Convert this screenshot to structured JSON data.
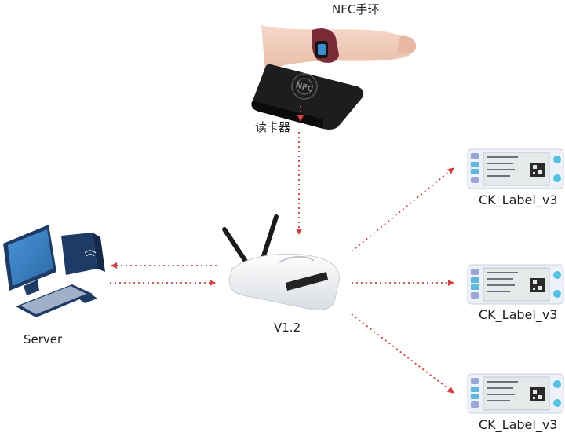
{
  "nodes": {
    "nfc_band": {
      "label": "NFC手环"
    },
    "reader": {
      "label": "读卡器",
      "chip_text": "NFC"
    },
    "router": {
      "label": "V1.2"
    },
    "server": {
      "label": "Server"
    },
    "labels": [
      {
        "label": "CK_Label_v3"
      },
      {
        "label": "CK_Label_v3"
      },
      {
        "label": "CK_Label_v3"
      }
    ]
  },
  "colors": {
    "arrow": "#e03a3a",
    "device_dark": "#1d1d1f",
    "monitor_blue": "#3a7fc1",
    "tower_navy": "#1e3b66",
    "wristband": "#7a2b35",
    "label_frame": "#eef1f8",
    "label_accent": "#4fc3e8"
  }
}
